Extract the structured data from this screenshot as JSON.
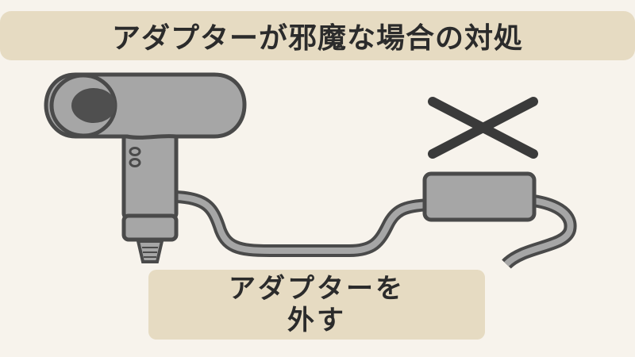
{
  "title": "アダプターが邪魔な場合の対処",
  "caption": {
    "line1": "アダプターを",
    "line2": "外す"
  },
  "illustration": {
    "dryer": "hair-dryer",
    "adapter": "power-adapter",
    "mark": "cross-mark"
  },
  "colors": {
    "background": "#f7f3ec",
    "banner": "#e6dbc2",
    "device_fill": "#a6a6a6",
    "outline": "#4a4a4a",
    "text": "#2b2b2b"
  }
}
